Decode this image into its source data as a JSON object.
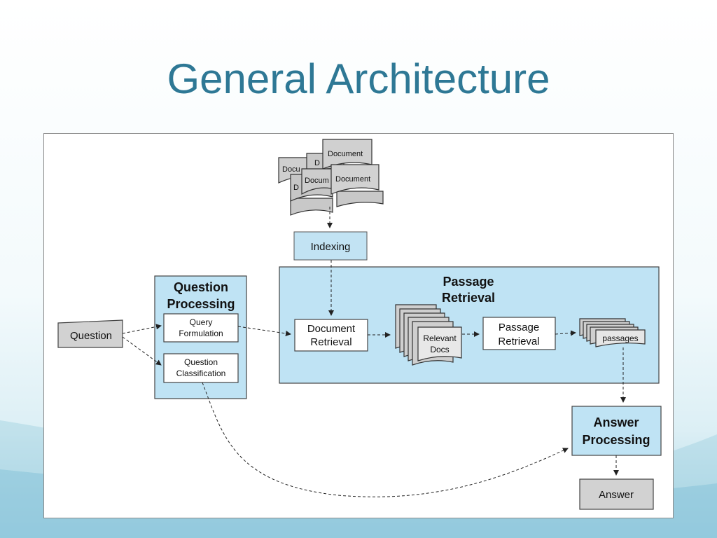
{
  "slide": {
    "title": "General Architecture"
  },
  "diagram": {
    "documents": {
      "doc1": "Document",
      "doc2": "Document",
      "doc3": "Docum",
      "doc4": "Docu",
      "doc5": "D",
      "doc6": "D"
    },
    "indexing": "Indexing",
    "question": "Question",
    "question_processing": {
      "line1": "Question",
      "line2": "Processing"
    },
    "query_formulation": {
      "line1": "Query",
      "line2": "Formulation"
    },
    "question_classification": {
      "line1": "Question",
      "line2": "Classification"
    },
    "passage_retrieval_group": {
      "line1": "Passage",
      "line2": "Retrieval"
    },
    "document_retrieval": {
      "line1": "Document",
      "line2": "Retrieval"
    },
    "relevant_docs": {
      "line1": "Relevant",
      "line2": "Docs"
    },
    "passage_retrieval": {
      "line1": "Passage",
      "line2": "Retrieval"
    },
    "passages": "passages",
    "answer_processing": {
      "line1": "Answer",
      "line2": "Processing"
    },
    "answer": "Answer"
  },
  "colors": {
    "title": "#2e7895",
    "group_fill": "#bfe3f4",
    "grey_box": "#d2d2d2",
    "doc_fill": "#cfcfcf"
  }
}
